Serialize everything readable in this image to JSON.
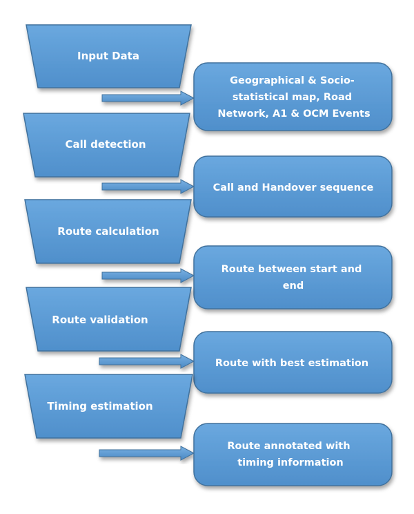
{
  "steps": [
    {
      "label": "Input Data"
    },
    {
      "label": "Call detection"
    },
    {
      "label": "Route calculation"
    },
    {
      "label": "Route validation"
    },
    {
      "label": "Timing estimation"
    }
  ],
  "outputs": [
    {
      "lines": [
        "Geographical & Socio-",
        "statistical map, Road",
        "Network, A1 & OCM Events"
      ]
    },
    {
      "lines": [
        "Call and Handover sequence"
      ]
    },
    {
      "lines": [
        "Route between start and",
        "end"
      ]
    },
    {
      "lines": [
        "Route with best estimation"
      ]
    },
    {
      "lines": [
        "Route annotated with",
        "timing information"
      ]
    }
  ],
  "colors": {
    "fill": "#5b9bd5",
    "fill_light": "#6aa8df",
    "stroke": "#41719c",
    "text": "#ffffff"
  }
}
